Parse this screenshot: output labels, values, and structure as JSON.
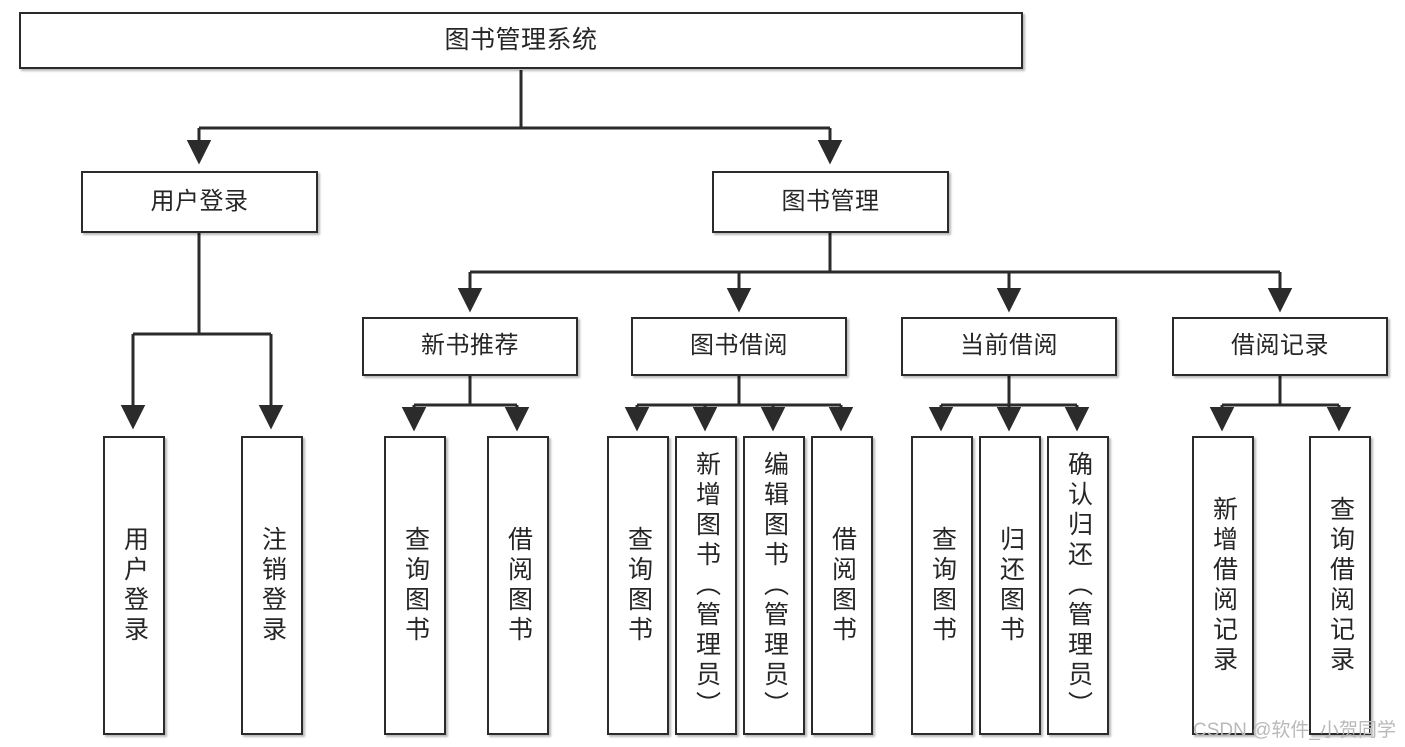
{
  "diagram": {
    "title": "图书管理系统",
    "type": "tree-hierarchy-chart",
    "watermark": "CSDN @软件_小贺同学",
    "colors": {
      "node_border": "#2b2b2b",
      "node_fill": "#ffffff",
      "edge": "#2b2b2b",
      "text": "#262626",
      "watermark": "#b9b9b9",
      "background": "#ffffff"
    },
    "root": {
      "label": "图书管理系统"
    },
    "level2": [
      {
        "label": "用户登录"
      },
      {
        "label": "图书管理"
      }
    ],
    "level3": [
      {
        "label": "新书推荐"
      },
      {
        "label": "图书借阅"
      },
      {
        "label": "当前借阅"
      },
      {
        "label": "借阅记录"
      }
    ],
    "leaves": {
      "user_login": [
        {
          "label": "用户登录"
        },
        {
          "label": "注销登录"
        }
      ],
      "new_book_recommend": [
        {
          "label": "查询图书"
        },
        {
          "label": "借阅图书"
        }
      ],
      "book_borrow": [
        {
          "label": "查询图书"
        },
        {
          "label": "新增图书（管理员）"
        },
        {
          "label": "编辑图书（管理员）"
        },
        {
          "label": "借阅图书"
        }
      ],
      "current_borrow": [
        {
          "label": "查询图书"
        },
        {
          "label": "归还图书"
        },
        {
          "label": "确认归还（管理员）"
        }
      ],
      "borrow_record": [
        {
          "label": "新增借阅记录"
        },
        {
          "label": "查询借阅记录"
        }
      ]
    }
  }
}
